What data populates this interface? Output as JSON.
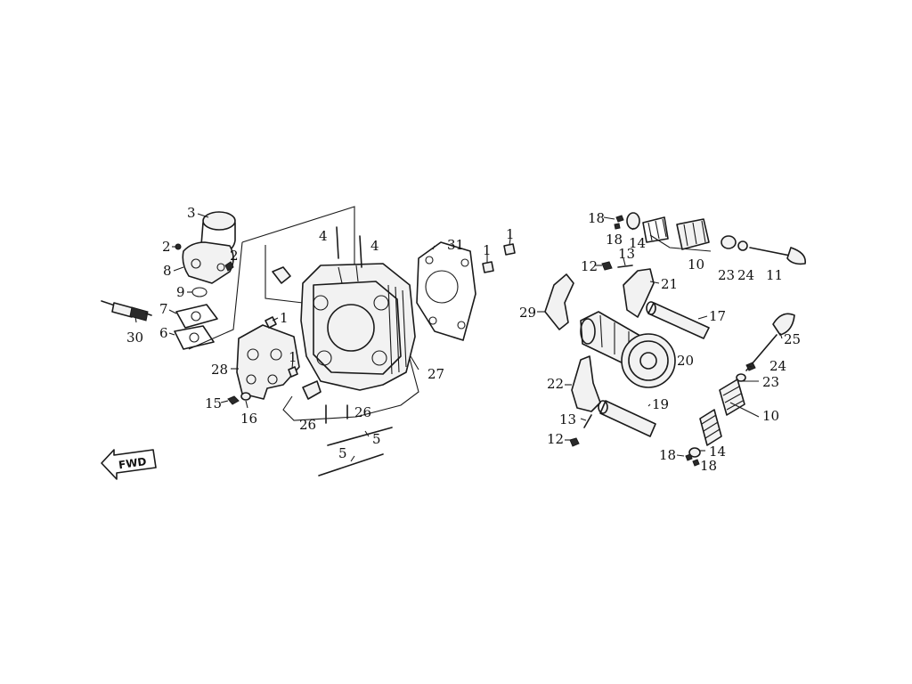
{
  "diagram": {
    "direction_badge": "FWD",
    "callouts": [
      {
        "id": "c3",
        "text": "3"
      },
      {
        "id": "c2a",
        "text": "2"
      },
      {
        "id": "c2b",
        "text": "2"
      },
      {
        "id": "c8",
        "text": "8"
      },
      {
        "id": "c9",
        "text": "9"
      },
      {
        "id": "c7",
        "text": "7"
      },
      {
        "id": "c6",
        "text": "6"
      },
      {
        "id": "c30",
        "text": "30"
      },
      {
        "id": "c4a",
        "text": "4"
      },
      {
        "id": "c4b",
        "text": "4"
      },
      {
        "id": "c1a",
        "text": "1"
      },
      {
        "id": "c1b",
        "text": "1"
      },
      {
        "id": "c1c",
        "text": "1"
      },
      {
        "id": "c1d",
        "text": "1"
      },
      {
        "id": "c28",
        "text": "28"
      },
      {
        "id": "c15",
        "text": "15"
      },
      {
        "id": "c16",
        "text": "16"
      },
      {
        "id": "c26a",
        "text": "26"
      },
      {
        "id": "c26b",
        "text": "26"
      },
      {
        "id": "c5a",
        "text": "5"
      },
      {
        "id": "c5b",
        "text": "5"
      },
      {
        "id": "c27",
        "text": "27"
      },
      {
        "id": "c31",
        "text": "31"
      },
      {
        "id": "c18a",
        "text": "18"
      },
      {
        "id": "c18b",
        "text": "18"
      },
      {
        "id": "c14a",
        "text": "14"
      },
      {
        "id": "c10a",
        "text": "10"
      },
      {
        "id": "c23a",
        "text": "23"
      },
      {
        "id": "c24a",
        "text": "24"
      },
      {
        "id": "c11",
        "text": "11"
      },
      {
        "id": "c13a",
        "text": "13"
      },
      {
        "id": "c12a",
        "text": "12"
      },
      {
        "id": "c21",
        "text": "21"
      },
      {
        "id": "c29",
        "text": "29"
      },
      {
        "id": "c17",
        "text": "17"
      },
      {
        "id": "c25",
        "text": "25"
      },
      {
        "id": "c20",
        "text": "20"
      },
      {
        "id": "c24b",
        "text": "24"
      },
      {
        "id": "c23b",
        "text": "23"
      },
      {
        "id": "c22",
        "text": "22"
      },
      {
        "id": "c19",
        "text": "19"
      },
      {
        "id": "c10b",
        "text": "10"
      },
      {
        "id": "c13b",
        "text": "13"
      },
      {
        "id": "c12b",
        "text": "12"
      },
      {
        "id": "c18c",
        "text": "18"
      },
      {
        "id": "c14b",
        "text": "14"
      },
      {
        "id": "c18d",
        "text": "18"
      }
    ]
  }
}
